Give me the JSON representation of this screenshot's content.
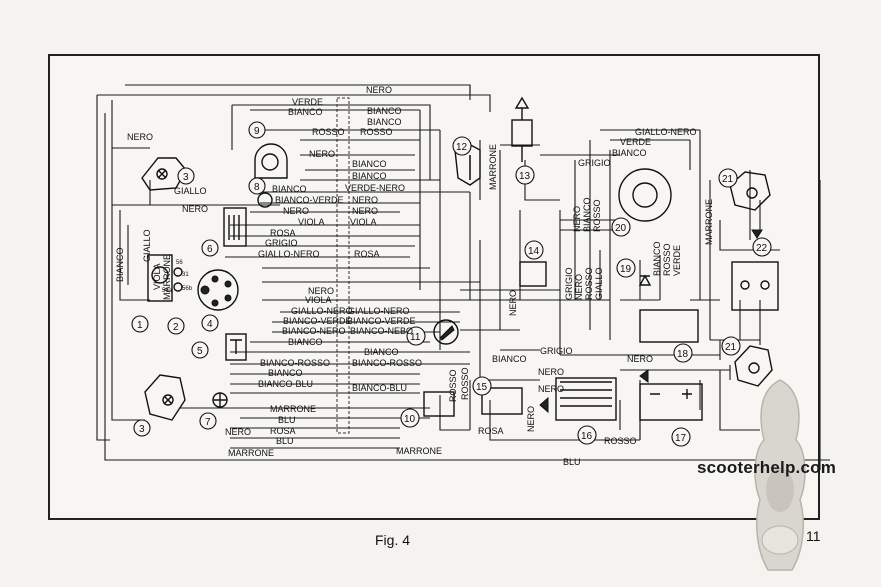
{
  "figure": {
    "caption": "Fig. 4",
    "page_number": "11",
    "watermark": "scooterhelp.com"
  },
  "wire_labels": {
    "nero_top": "NERO",
    "verde_top": "VERDE",
    "bianco_1": "BIANCO",
    "bianco_2": "BIANCO",
    "bianco_3": "BIANCO",
    "rosso_1": "ROSSO",
    "rosso_2": "ROSSO",
    "nero_1": "NERO",
    "bianco_4": "BIANCO",
    "bianco_5": "BIANCO",
    "nero_left": "NERO",
    "giallo_left": "GIALLO",
    "nero_2": "NERO",
    "bianco_6": "BIANCO",
    "verde_nero": "VERDE-NERO",
    "bianco_verde_1": "BIANCO-VERDE",
    "nero_3": "NERO",
    "nero_4": "NERO",
    "nero_5": "NERO",
    "viola_1": "VIOLA",
    "viola_2": "VIOLA",
    "rosa_1": "ROSA",
    "grigio_1": "GRIGIO",
    "giallo_nero_1": "GIALLO-NERO",
    "rosa_2": "ROSA",
    "nero_6": "NERO",
    "viola_3": "VIOLA",
    "giallo_nero_2": "GIALLO-NERO",
    "giallo_nero_3": "GIALLO-NERO",
    "bianco_verde_2": "BIANCO-VERDE",
    "bianco_verde_3": "BIANCO-VERDE",
    "bianco_nero_1": "BIANCO-NERO",
    "bianco_nero_2": "BIANCO-NEBO",
    "bianco_7": "BIANCO",
    "bianco_8": "BIANCO",
    "bianco_rosso_1": "BIANCO-ROSSO",
    "bianco_rosso_2": "BIANCO-ROSSO",
    "bianco_9": "BIANCO",
    "bianco_blu_1": "BIANCO-BLU",
    "bianco_blu_2": "BIANCO-BLU",
    "marrone_1": "MARRONE",
    "blu_1": "BLU",
    "nero_7": "NERO",
    "rosa_3": "ROSA",
    "blu_2": "BLU",
    "marrone_2": "MARRONE",
    "marrone_3": "MARRONE",
    "bianco_left": "BIANCO",
    "giallo_v": "GIALLO",
    "viola_v": "VIOLA",
    "marrone_v": "MARRONE",
    "giallo_nero_right": "GIALLO-NERO",
    "verde_right": "VERDE",
    "bianco_right": "BIANCO",
    "grigio_right": "GRIGIO",
    "nero_v1": "NERO",
    "bianco_v1": "BIANCO",
    "rosso_v1": "ROSSO",
    "grigio_v1": "GRIGIO",
    "nero_v2": "NERO",
    "rosso_v2": "ROSSO",
    "giallo_v2": "GIALLO",
    "bianco_v3": "BIANCO",
    "rosso_v3": "ROSSO",
    "verde_v3": "VERDE",
    "marrone_right": "MARRONE",
    "nero_14": "NERO",
    "bianco_10": "BIANCO",
    "grigio_2": "GRIGIO",
    "nero_8": "NERO",
    "nero_9": "NERO",
    "rosso_3": "ROSSO",
    "rosso_4": "ROSSO",
    "nero_10": "NERO",
    "rosa_4": "ROSA",
    "rosso_5": "ROSSO",
    "blu_3": "BLU",
    "marrone_4": "MARRONE",
    "nero_11": "NERO"
  },
  "component_numbers": [
    "1",
    "2",
    "3",
    "3",
    "4",
    "5",
    "6",
    "7",
    "8",
    "9",
    "10",
    "11",
    "12",
    "13",
    "14",
    "15",
    "16",
    "17",
    "18",
    "19",
    "20",
    "21",
    "21",
    "22"
  ],
  "small_marks": {
    "terminal_31": "31",
    "terminal_56": "56",
    "terminal_56a": "56a",
    "terminal_56b": "56b"
  }
}
